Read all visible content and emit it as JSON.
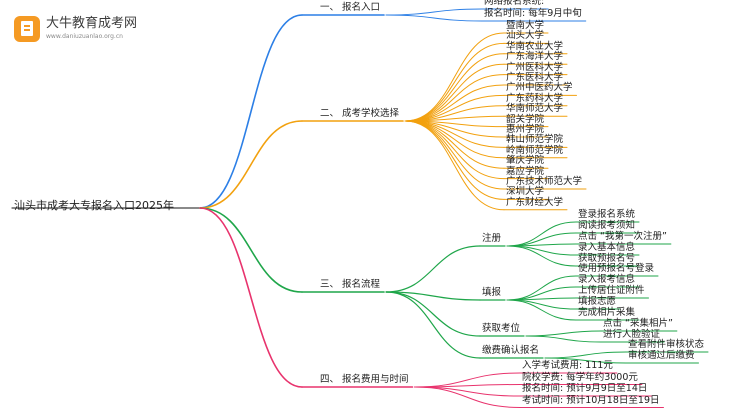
{
  "logo": {
    "name": "大牛教育成考网",
    "url": "www.daniuzuanlao.org.cn"
  },
  "root": "汕头市成考大专报名入口2025年",
  "colors": {
    "b1": "#2c7fe6",
    "b2": "#f2a10f",
    "b3": "#1fa64a",
    "b4": "#e8336d"
  },
  "branches": [
    {
      "label": "一、 报名入口",
      "items": [
        {
          "label": "网络报名系统:"
        },
        {
          "label": "报名时间: 每年9月中旬"
        }
      ]
    },
    {
      "label": "二、 成考学校选择",
      "items": [
        {
          "label": "暨南大学"
        },
        {
          "label": "汕头大学"
        },
        {
          "label": "华南农业大学"
        },
        {
          "label": "广东海洋大学"
        },
        {
          "label": "广州医科大学"
        },
        {
          "label": "广东医科大学"
        },
        {
          "label": "广州中医药大学"
        },
        {
          "label": "广东药科大学"
        },
        {
          "label": "华南师范大学"
        },
        {
          "label": "韶关学院"
        },
        {
          "label": "惠州学院"
        },
        {
          "label": "韩山师范学院"
        },
        {
          "label": "岭南师范学院"
        },
        {
          "label": "肇庆学院"
        },
        {
          "label": "嘉应学院"
        },
        {
          "label": "广东技术师范大学"
        },
        {
          "label": "深圳大学"
        },
        {
          "label": "广东财经大学"
        }
      ]
    },
    {
      "label": "三、 报名流程",
      "items": [
        {
          "label": "注册",
          "items": [
            {
              "label": "登录报名系统"
            },
            {
              "label": "阅读报考须知"
            },
            {
              "label": "点击 “我第一次注册”"
            },
            {
              "label": "录入基本信息"
            },
            {
              "label": "获取预报名号"
            }
          ]
        },
        {
          "label": "填报",
          "items": [
            {
              "label": "使用预报名号登录"
            },
            {
              "label": "录入报考信息"
            },
            {
              "label": "上传居住证附件"
            },
            {
              "label": "填报志愿"
            },
            {
              "label": "完成相片采集"
            }
          ]
        },
        {
          "label": "获取考位",
          "items": [
            {
              "label": "点击 “采集相片”"
            },
            {
              "label": "进行人脸验证"
            }
          ]
        },
        {
          "label": "缴费确认报名",
          "items": [
            {
              "label": "查看附件审核状态"
            },
            {
              "label": "审核通过后缴费"
            }
          ]
        }
      ]
    },
    {
      "label": "四、 报名费用与时间",
      "items": [
        {
          "label": "入学考试费用: 111元"
        },
        {
          "label": "院校学费: 每学年约3000元"
        },
        {
          "label": "报名时间: 预计9月9日至14日"
        },
        {
          "label": "考试时间: 预计10月18日至19日"
        }
      ]
    }
  ]
}
